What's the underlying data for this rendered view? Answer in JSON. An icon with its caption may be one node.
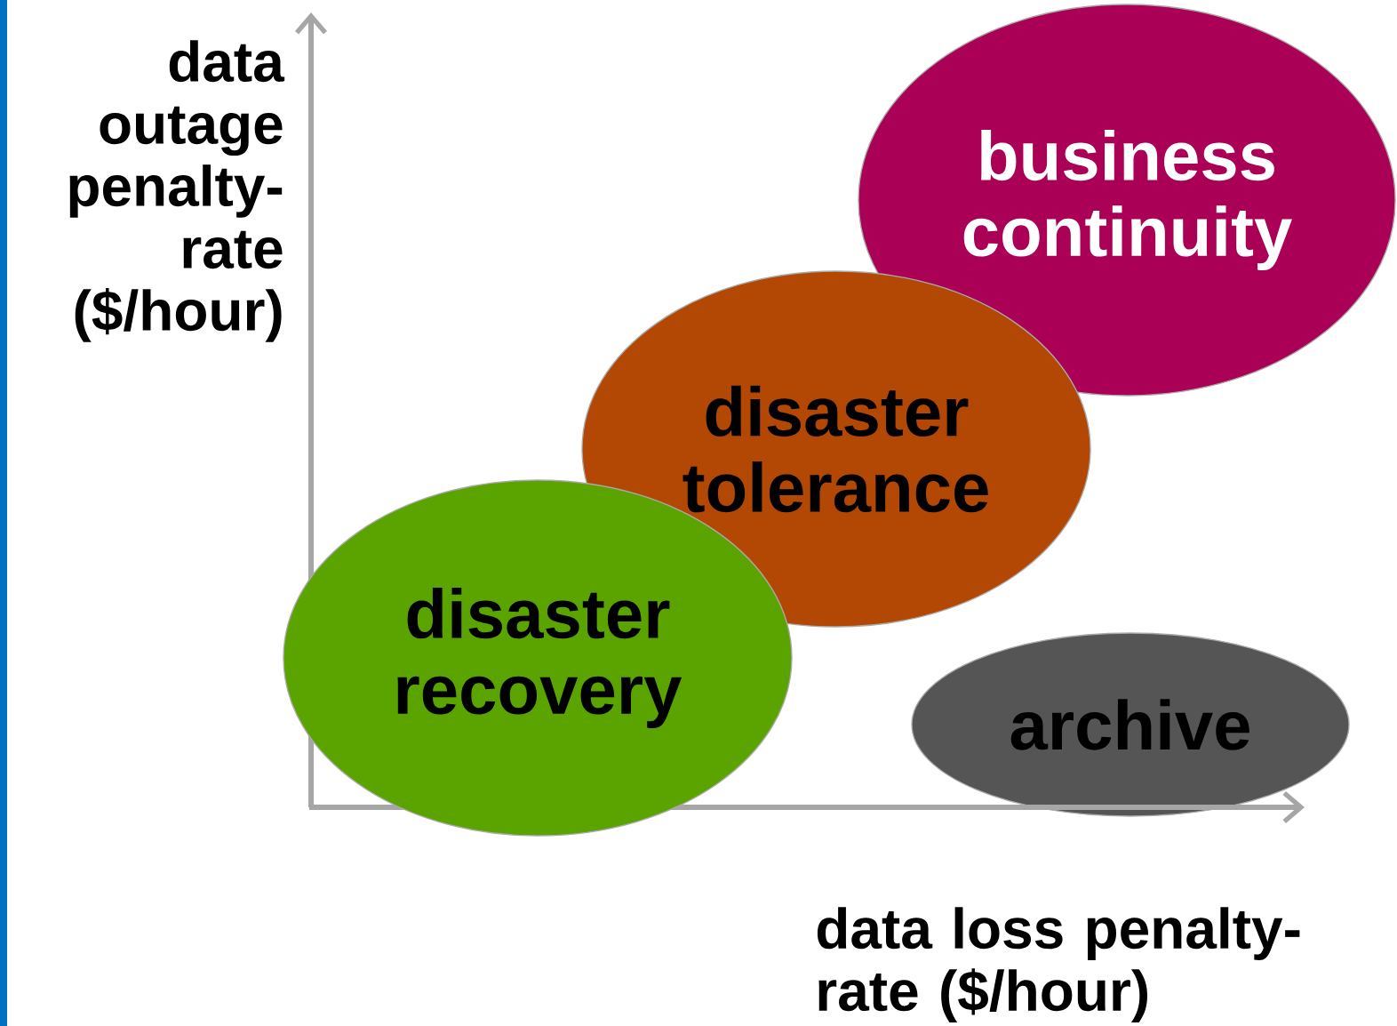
{
  "diagram": {
    "nodes": [
      {
        "text": [
          "business continuity"
        ]
      },
      {
        "text": [
          "disaster tolerance"
        ]
      },
      {
        "text": [
          "disaster recovery"
        ]
      },
      {
        "text": [
          "archive"
        ]
      }
    ],
    "labels": [
      "data outage penalty-rate ($/hour)",
      "data loss penalty-rate ($/hour)"
    ]
  }
}
